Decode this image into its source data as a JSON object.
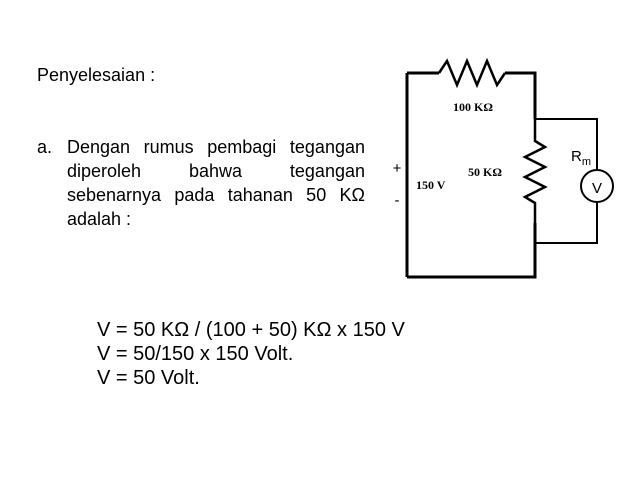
{
  "heading": "Penyelesaian :",
  "point": {
    "marker": "a.",
    "text": "Dengan rumus pembagi tegangan diperoleh bahwa tegangan sebenarnya pada tahanan 50 KΩ adalah :"
  },
  "circuit": {
    "r1_label": "100 KΩ",
    "r2_label": "50 KΩ",
    "source_label": "150 V",
    "plus_sign": "+",
    "minus_sign": "-",
    "meter_label": "R",
    "meter_subscript": "m",
    "voltmeter_symbol": "V"
  },
  "equations": [
    "V = 50 KΩ / (100 + 50) KΩ x 150 V",
    "V  = 50/150 x 150 Volt.",
    "V = 50 Volt."
  ]
}
